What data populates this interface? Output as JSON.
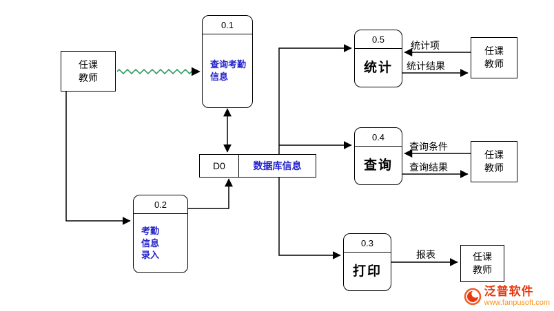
{
  "diagram": {
    "entities": {
      "teacher_top_left": "任课\n教师",
      "teacher_right_top": "任课\n教师",
      "teacher_right_middle": "任课\n教师",
      "teacher_right_bottom": "任课\n教师"
    },
    "processes": {
      "p01": {
        "id": "0.1",
        "label": "查询考勤\n信息"
      },
      "p02": {
        "id": "0.2",
        "label": "考勤\n信息\n录入"
      },
      "p03": {
        "id": "0.3",
        "label": "打印"
      },
      "p04": {
        "id": "0.4",
        "label": "查询"
      },
      "p05": {
        "id": "0.5",
        "label": "统计"
      }
    },
    "datastore": {
      "id": "D0",
      "label": "数据库信息"
    },
    "flow_labels": {
      "stats_item": "统计项",
      "stats_result": "统计结果",
      "query_condition": "查询条件",
      "query_result": "查询结果",
      "report": "报表"
    },
    "colors": {
      "line": "#000000",
      "wavy_line": "#2f9e62",
      "process_text_blue": "#2222cc",
      "watermark_red": "#e8380d",
      "watermark_orange": "#f7931e"
    }
  },
  "watermark": {
    "brand": "泛普软件",
    "url": "www.fanpusoft.com"
  }
}
